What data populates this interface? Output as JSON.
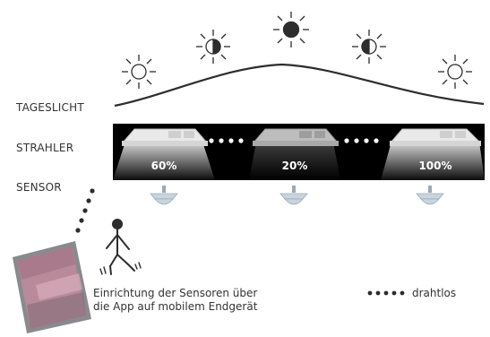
{
  "labels": {
    "daylight": "TAGESLICHT",
    "spots": "STRAHLER",
    "sensor": "SENSOR"
  },
  "percentages": [
    "60%",
    "20%",
    "100%"
  ],
  "caption": {
    "line1": "Einrichtung der Sensoren über",
    "line2": "die App auf mobilem Endgerät"
  },
  "legend": {
    "wireless": "drahtlos"
  },
  "colors": {
    "panel": "#000000",
    "sensor": "#c9d4df",
    "tablet_body": "#8a8a8e",
    "tablet_screen": "#b98a9a"
  }
}
